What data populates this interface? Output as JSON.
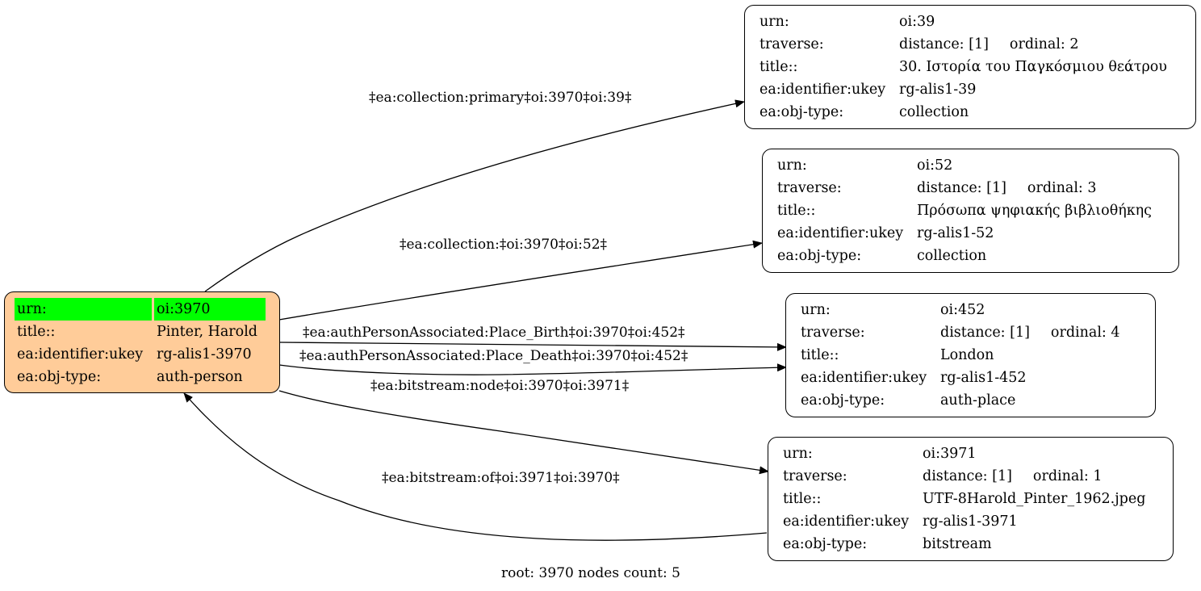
{
  "graph": {
    "root": {
      "rows": [
        {
          "key": "urn:",
          "value": "oi:3970"
        },
        {
          "key": "title::",
          "value": "Pinter, Harold"
        },
        {
          "key": "ea:identifier:ukey",
          "value": "rg-alis1-3970"
        },
        {
          "key": "ea:obj-type:",
          "value": "auth-person"
        }
      ],
      "fill": "#ffcc99",
      "highlight": "#00ff00"
    },
    "nodes": [
      {
        "urn": {
          "key": "urn:",
          "value": "oi:39"
        },
        "traverse": {
          "key": "traverse:",
          "distance": "distance: [1]",
          "ordinal": "ordinal: 2"
        },
        "title": {
          "key": "title::",
          "value": "30. Ιστορία του Παγκόσμιου θεάτρου"
        },
        "ukey": {
          "key": "ea:identifier:ukey",
          "value": "rg-alis1-39"
        },
        "type": {
          "key": "ea:obj-type:",
          "value": "collection"
        }
      },
      {
        "urn": {
          "key": "urn:",
          "value": "oi:52"
        },
        "traverse": {
          "key": "traverse:",
          "distance": "distance: [1]",
          "ordinal": "ordinal: 3"
        },
        "title": {
          "key": "title::",
          "value": "Πρόσωπα ψηφιακής βιβλιοθήκης"
        },
        "ukey": {
          "key": "ea:identifier:ukey",
          "value": "rg-alis1-52"
        },
        "type": {
          "key": "ea:obj-type:",
          "value": "collection"
        }
      },
      {
        "urn": {
          "key": "urn:",
          "value": "oi:452"
        },
        "traverse": {
          "key": "traverse:",
          "distance": "distance: [1]",
          "ordinal": "ordinal: 4"
        },
        "title": {
          "key": "title::",
          "value": "London"
        },
        "ukey": {
          "key": "ea:identifier:ukey",
          "value": "rg-alis1-452"
        },
        "type": {
          "key": "ea:obj-type:",
          "value": "auth-place"
        }
      },
      {
        "urn": {
          "key": "urn:",
          "value": "oi:3971"
        },
        "traverse": {
          "key": "traverse:",
          "distance": "distance: [1]",
          "ordinal": "ordinal: 1"
        },
        "title": {
          "key": "title::",
          "value": "UTF-8Harold_Pinter_1962.jpeg"
        },
        "ukey": {
          "key": "ea:identifier:ukey",
          "value": "rg-alis1-3971"
        },
        "type": {
          "key": "ea:obj-type:",
          "value": "bitstream"
        }
      }
    ],
    "edges": [
      "‡ea:collection:primary‡oi:3970‡oi:39‡",
      "‡ea:collection:‡oi:3970‡oi:52‡",
      "‡ea:authPersonAssociated:Place_Birth‡oi:3970‡oi:452‡",
      "‡ea:authPersonAssociated:Place_Death‡oi:3970‡oi:452‡",
      "‡ea:bitstream:node‡oi:3970‡oi:3971‡",
      "‡ea:bitstream:of‡oi:3971‡oi:3970‡"
    ],
    "footer": "root: 3970 nodes count: 5"
  }
}
